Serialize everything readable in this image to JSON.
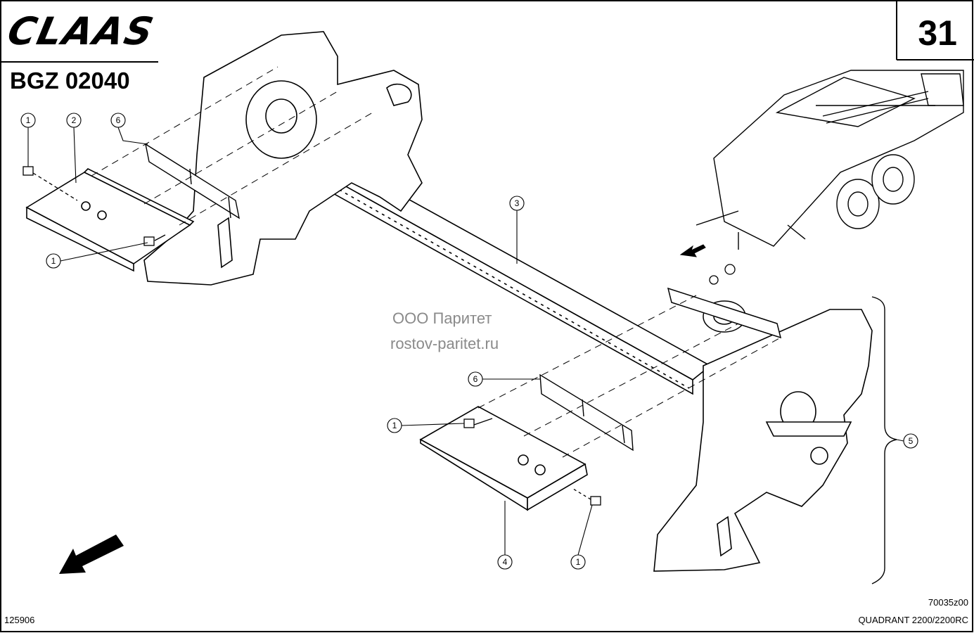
{
  "header": {
    "brand": "CLAAS",
    "group_code": "BGZ 02040",
    "page_number": "31"
  },
  "watermark": {
    "company": "ООО Паритет",
    "site": "rostov-paritet.ru"
  },
  "footer": {
    "page_id": "125906",
    "drawing_ref": "70035z00",
    "model": "QUADRANT 2200/2200RC"
  },
  "callouts": [
    {
      "label": "1"
    },
    {
      "label": "2"
    },
    {
      "label": "6"
    },
    {
      "label": "1"
    },
    {
      "label": "3"
    },
    {
      "label": "6"
    },
    {
      "label": "1"
    },
    {
      "label": "4"
    },
    {
      "label": "1"
    },
    {
      "label": "5"
    }
  ]
}
